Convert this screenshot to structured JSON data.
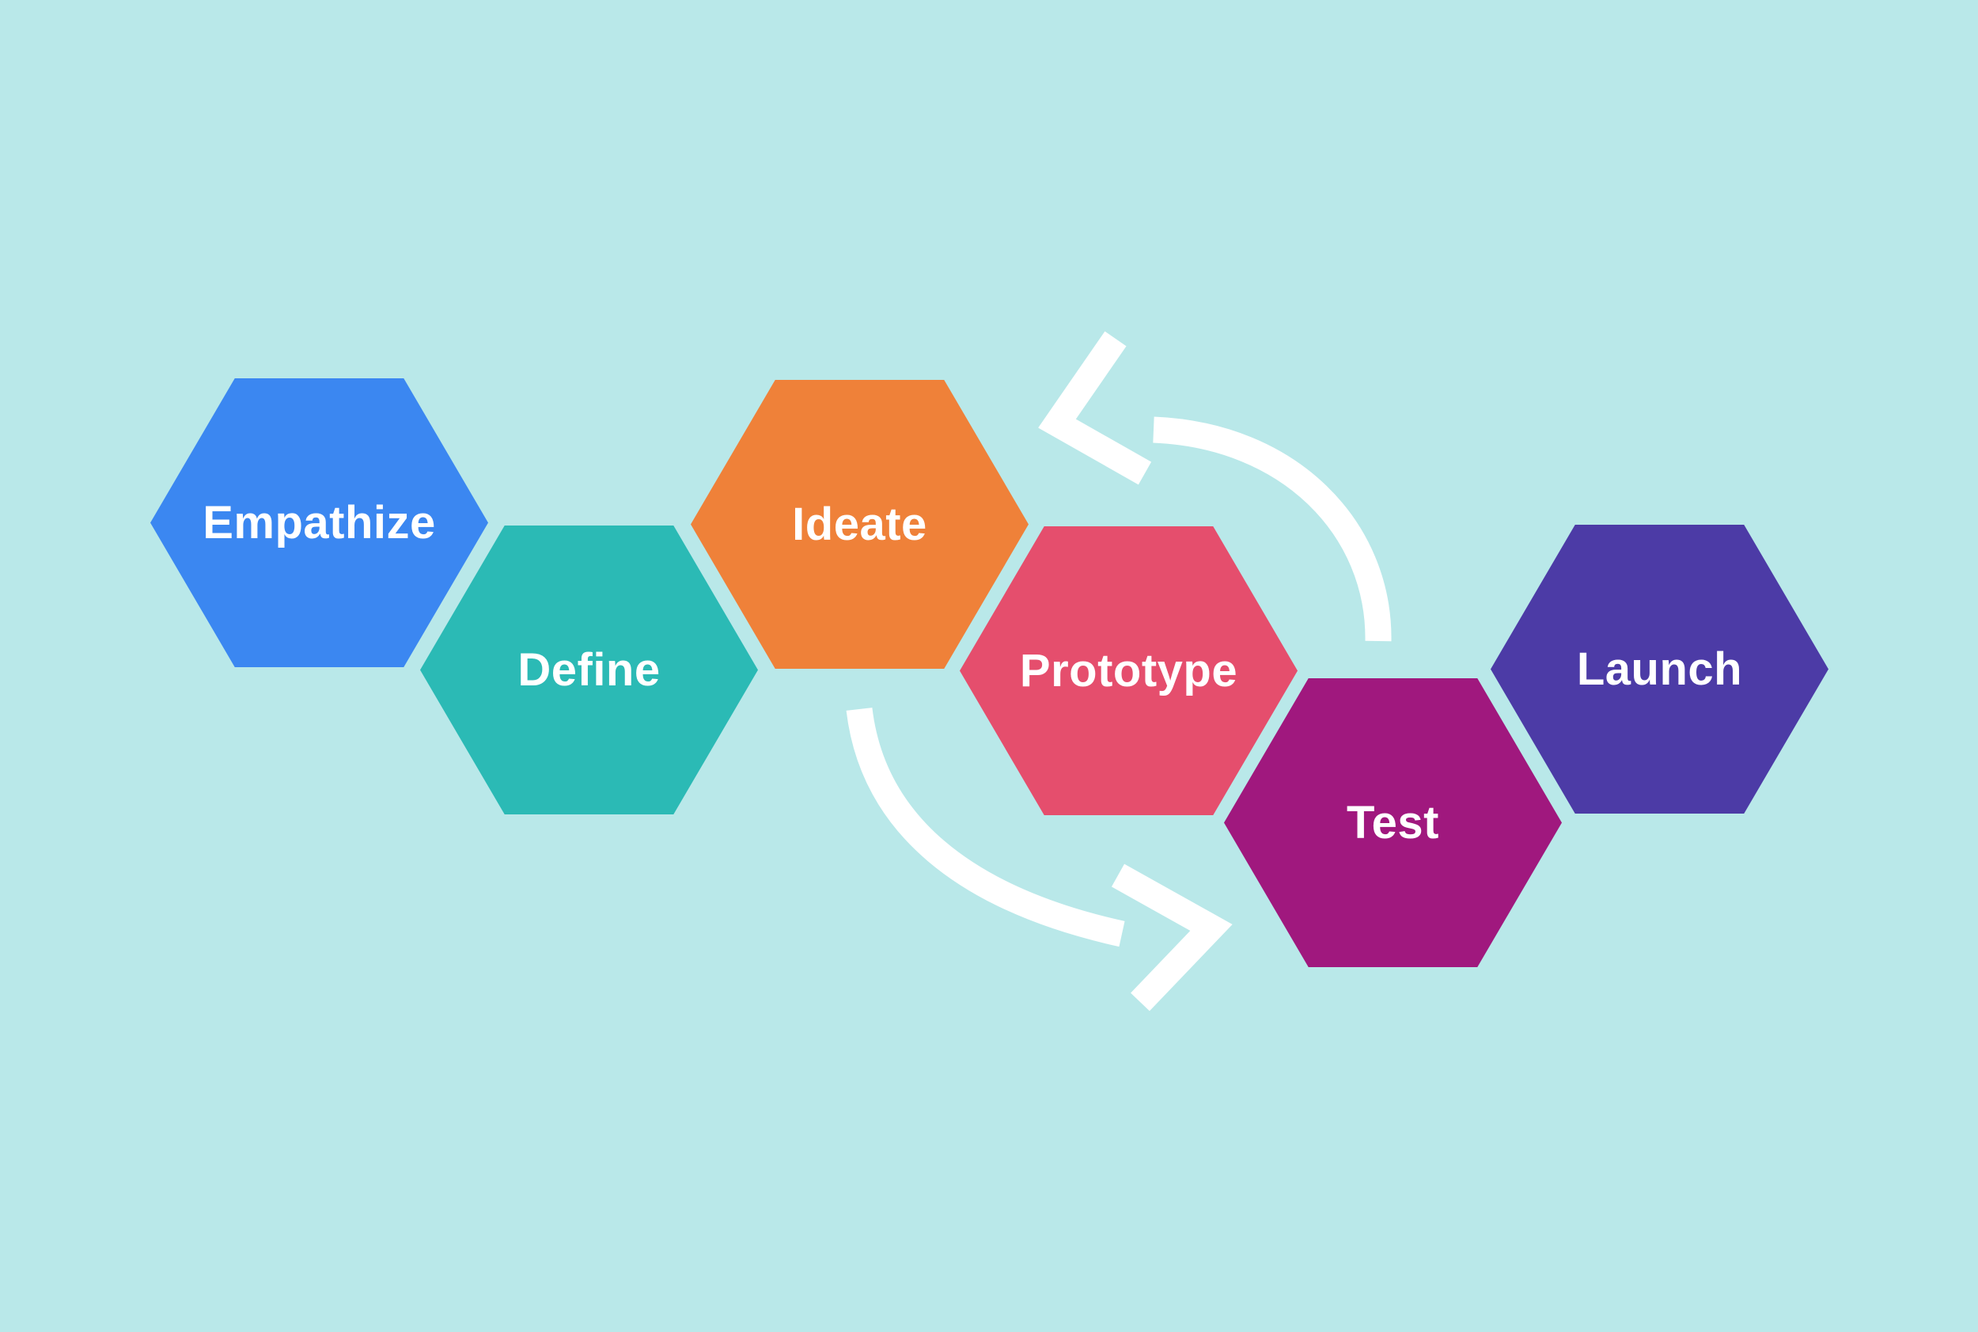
{
  "diagram": {
    "title": "Design thinking process hexagon flow",
    "background_color": "#b9e8e9",
    "text_color": "#ffffff",
    "arrow_color": "#ffffff",
    "steps": [
      {
        "label": "Empathize",
        "color": "#3b87f1"
      },
      {
        "label": "Define",
        "color": "#2bbab5"
      },
      {
        "label": "Ideate",
        "color": "#ef8139"
      },
      {
        "label": "Prototype",
        "color": "#e54e6d"
      },
      {
        "label": "Test",
        "color": "#a0187e"
      },
      {
        "label": "Launch",
        "color": "#4c3ba6"
      }
    ],
    "arrows": [
      {
        "name": "loop-back-arrow",
        "direction": "left",
        "meaning": "iterate back from Test toward Ideate"
      },
      {
        "name": "loop-forward-arrow",
        "direction": "right",
        "meaning": "flow forward from Ideate toward Test"
      }
    ]
  }
}
